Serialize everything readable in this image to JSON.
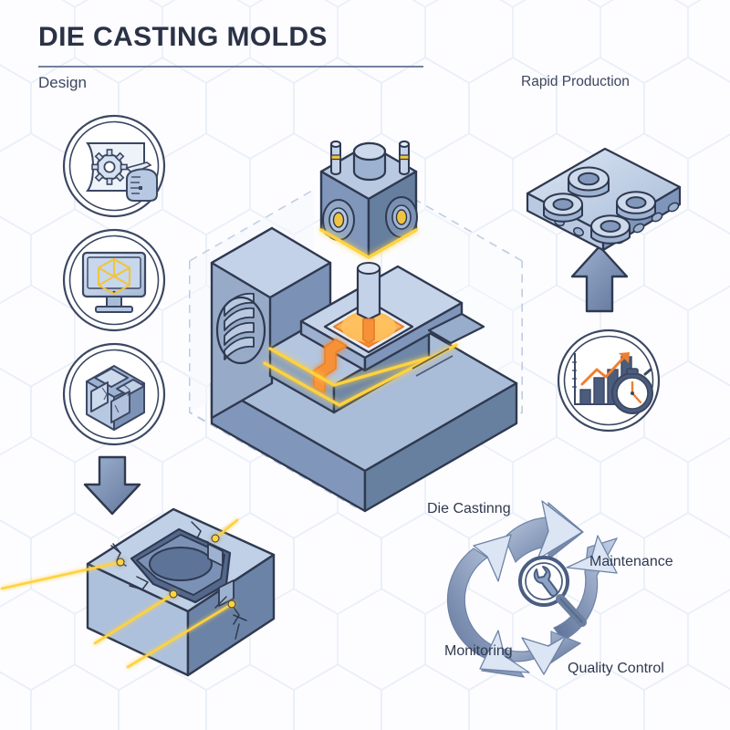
{
  "header": {
    "title": "DIE CASTING MOLDS",
    "rule_color": "#5b6b90",
    "title_color": "#2b3246"
  },
  "sections": {
    "design_label": "Design",
    "rapid_production_label": "Rapid Production"
  },
  "design_icons": [
    {
      "name": "blueprint-gear-hand-icon",
      "caption": ""
    },
    {
      "name": "cad-monitor-icon",
      "caption": ""
    },
    {
      "name": "mold-block-icon",
      "caption": ""
    }
  ],
  "right_icons": [
    {
      "name": "analytics-stopwatch-icon",
      "caption": ""
    }
  ],
  "cycle": {
    "center_icon": "magnifier-wrench-icon",
    "steps": [
      {
        "label": "Die Castinng",
        "position": "top-left"
      },
      {
        "label": "Maintenance",
        "position": "right"
      },
      {
        "label": "Quality Control",
        "position": "bottom-right"
      },
      {
        "label": "Monitoring",
        "position": "bottom-left"
      }
    ]
  },
  "illustrations": {
    "machine": "die-casting-machine-isometric",
    "cast_part": "cast-metal-part-isometric",
    "mold_block": "cracked-mold-block-isometric",
    "arrow_down": "arrow-down",
    "arrow_up": "arrow-up"
  },
  "palette": {
    "background": "#fdfdff",
    "hex_grid": "#e9eef7",
    "steel_light": "#cbd8ea",
    "steel_mid": "#9fb2cf",
    "steel_dark": "#5f7characters",
    "outline": "#2f3950",
    "accent_yellow": "#ffd23f",
    "accent_orange": "#f79138",
    "molten": "#ffb24d",
    "slate": "#5c6f97",
    "slate_light": "#b9c9e2"
  }
}
